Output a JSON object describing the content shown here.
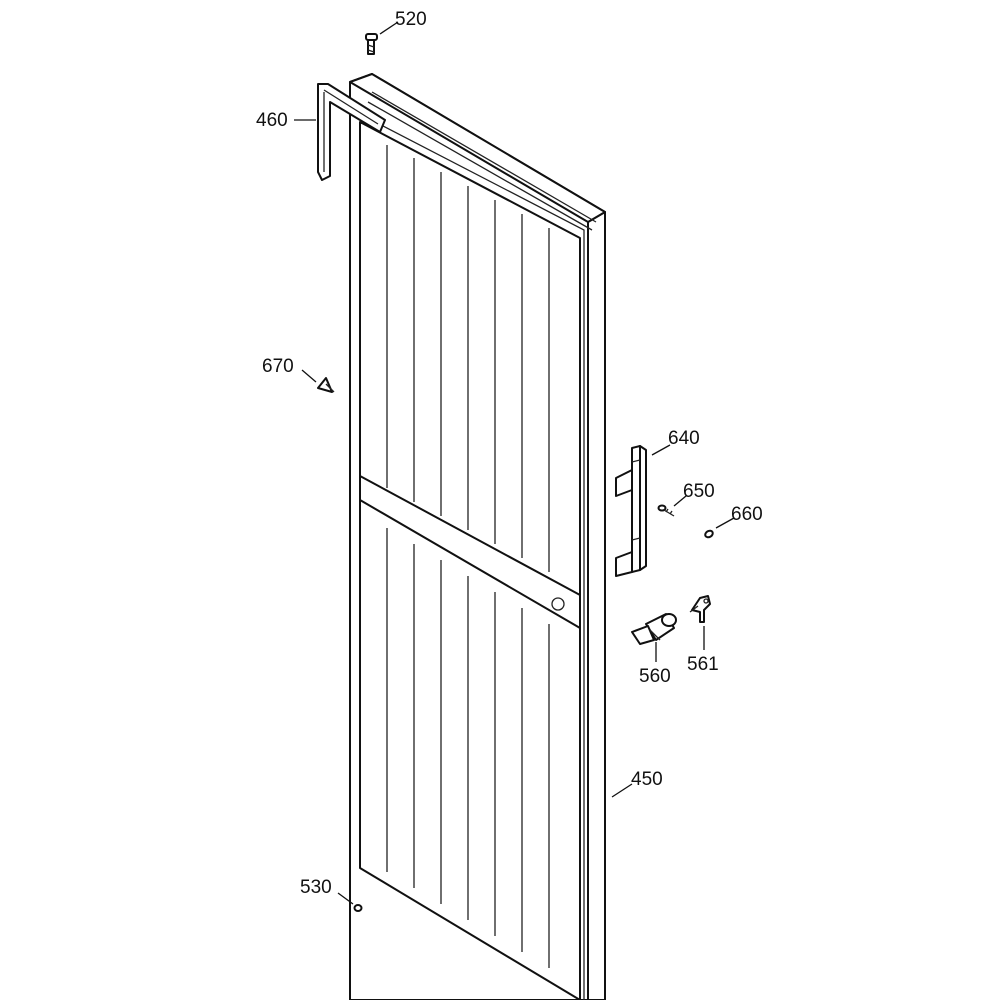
{
  "diagram": {
    "labels": {
      "p520": "520",
      "p460": "460",
      "p670": "670",
      "p640": "640",
      "p650": "650",
      "p660": "660",
      "p560": "560",
      "p561": "561",
      "p450": "450",
      "p530": "530"
    },
    "colors": {
      "line": "#111111",
      "background": "#ffffff"
    }
  }
}
